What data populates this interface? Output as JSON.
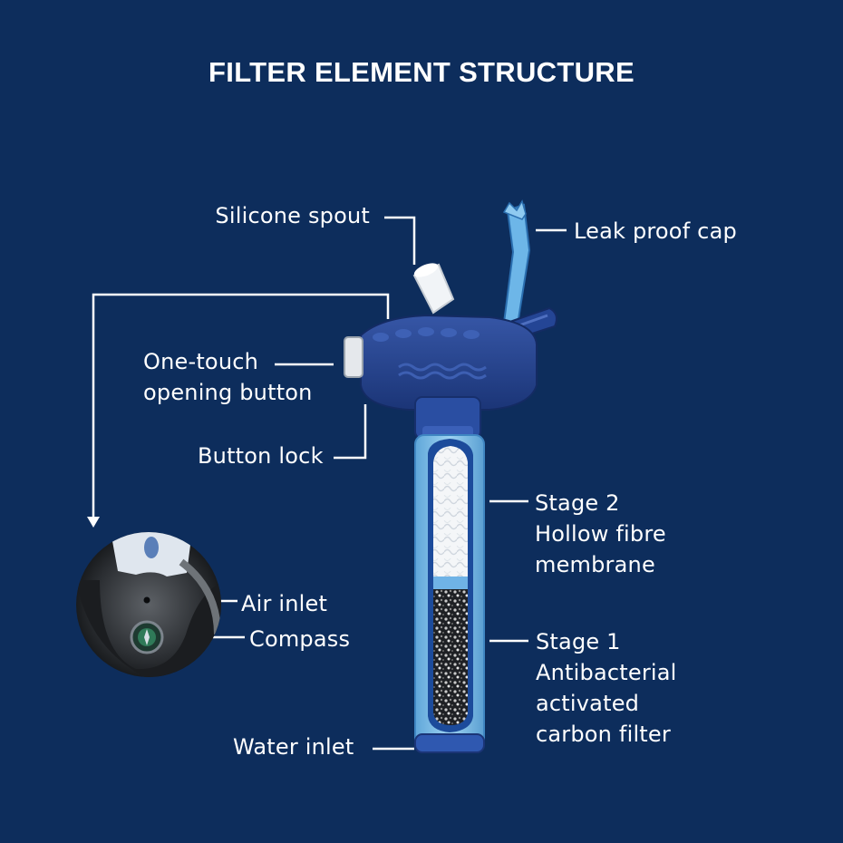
{
  "title": "FILTER ELEMENT STRUCTURE",
  "labels": {
    "silicone_spout": "Silicone spout",
    "leak_proof_cap": "Leak proof cap",
    "one_touch_button": "One-touch\nopening button",
    "button_lock": "Button lock",
    "stage2": "Stage 2\nHollow fibre\nmembrane",
    "air_inlet": "Air inlet",
    "compass": "Compass",
    "stage1": "Stage 1\nAntibacterial\nactivated\ncarbon filter",
    "water_inlet": "Water inlet"
  },
  "colors": {
    "background": "#0d2d5c",
    "filter_body": "#7fbde6",
    "cap": "#1f3f8a",
    "leader_line": "#ffffff"
  }
}
